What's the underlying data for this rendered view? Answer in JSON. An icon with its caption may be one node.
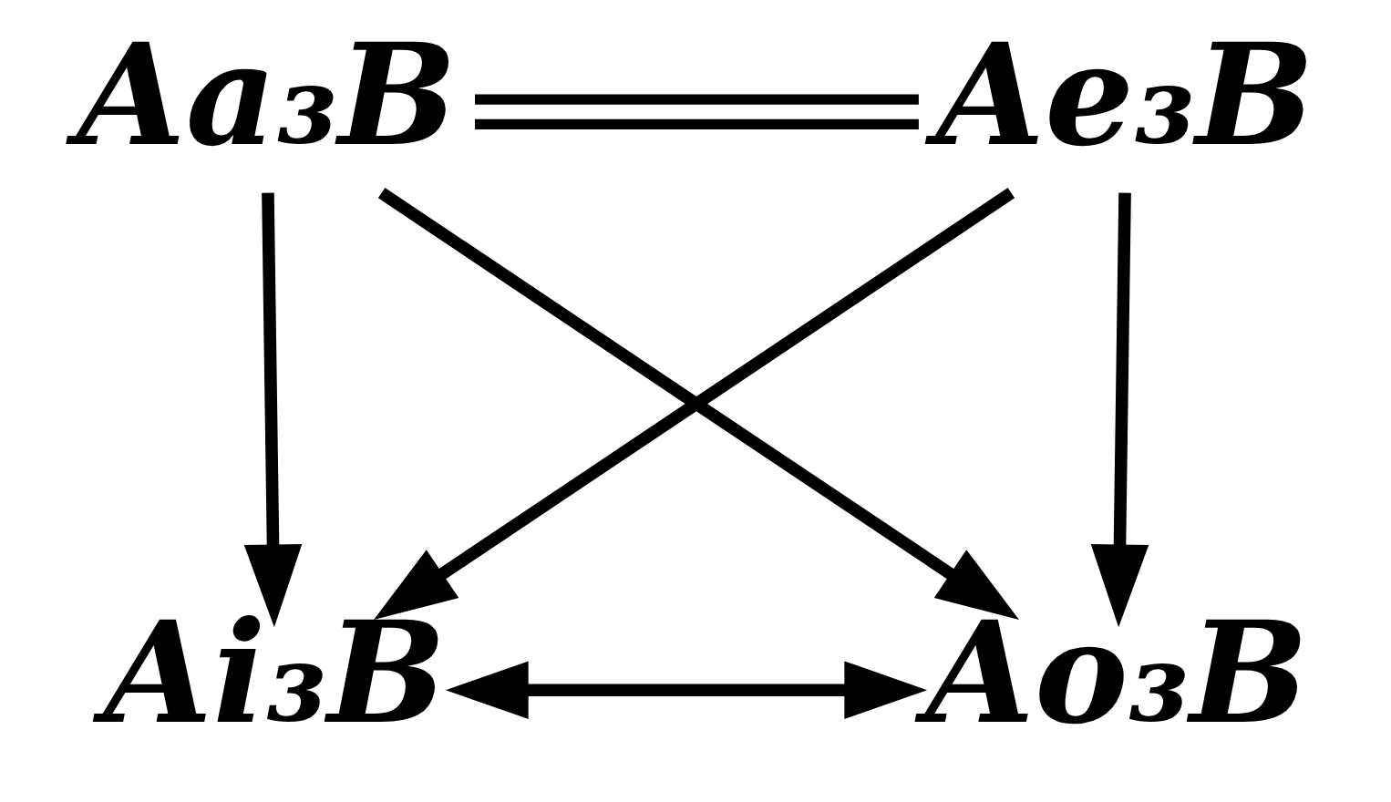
{
  "diagram": {
    "nodes": [
      {
        "text": [
          "Aa₃B"
        ]
      },
      {
        "text": [
          "Ae₃B"
        ]
      },
      {
        "text": [
          "Ai₃B"
        ]
      },
      {
        "text": [
          "Ao₃B"
        ]
      }
    ],
    "edges": [
      {
        "from": 0,
        "to": 1,
        "arrow": "none"
      },
      {
        "from": 0,
        "to": 2,
        "arrow": "to"
      },
      {
        "from": 0,
        "to": 3,
        "arrow": "to"
      },
      {
        "from": 1,
        "to": 2,
        "arrow": "to"
      },
      {
        "from": 1,
        "to": 3,
        "arrow": "to"
      },
      {
        "from": 2,
        "to": 3,
        "arrow": "both"
      }
    ]
  }
}
